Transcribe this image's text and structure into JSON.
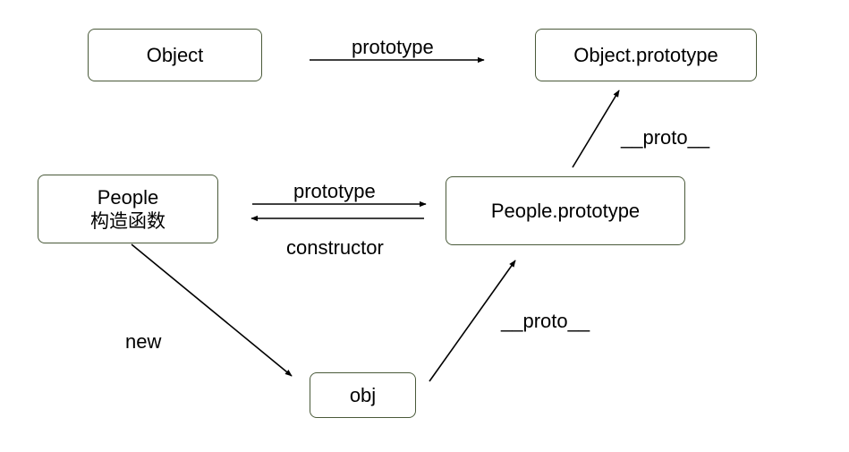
{
  "nodes": {
    "object": "Object",
    "object_prototype": "Object.prototype",
    "people": "People",
    "people_subtitle": "构造函数",
    "people_prototype": "People.prototype",
    "obj": "obj"
  },
  "edges": {
    "object_to_prototype": "prototype",
    "people_to_prototype": "prototype",
    "prototype_to_people": "constructor",
    "people_prototype_proto": "__proto__",
    "people_new_obj": "new",
    "obj_proto": "__proto__"
  },
  "colors": {
    "box_border": "#4a5a3a",
    "line": "#000000",
    "background": "#ffffff"
  }
}
